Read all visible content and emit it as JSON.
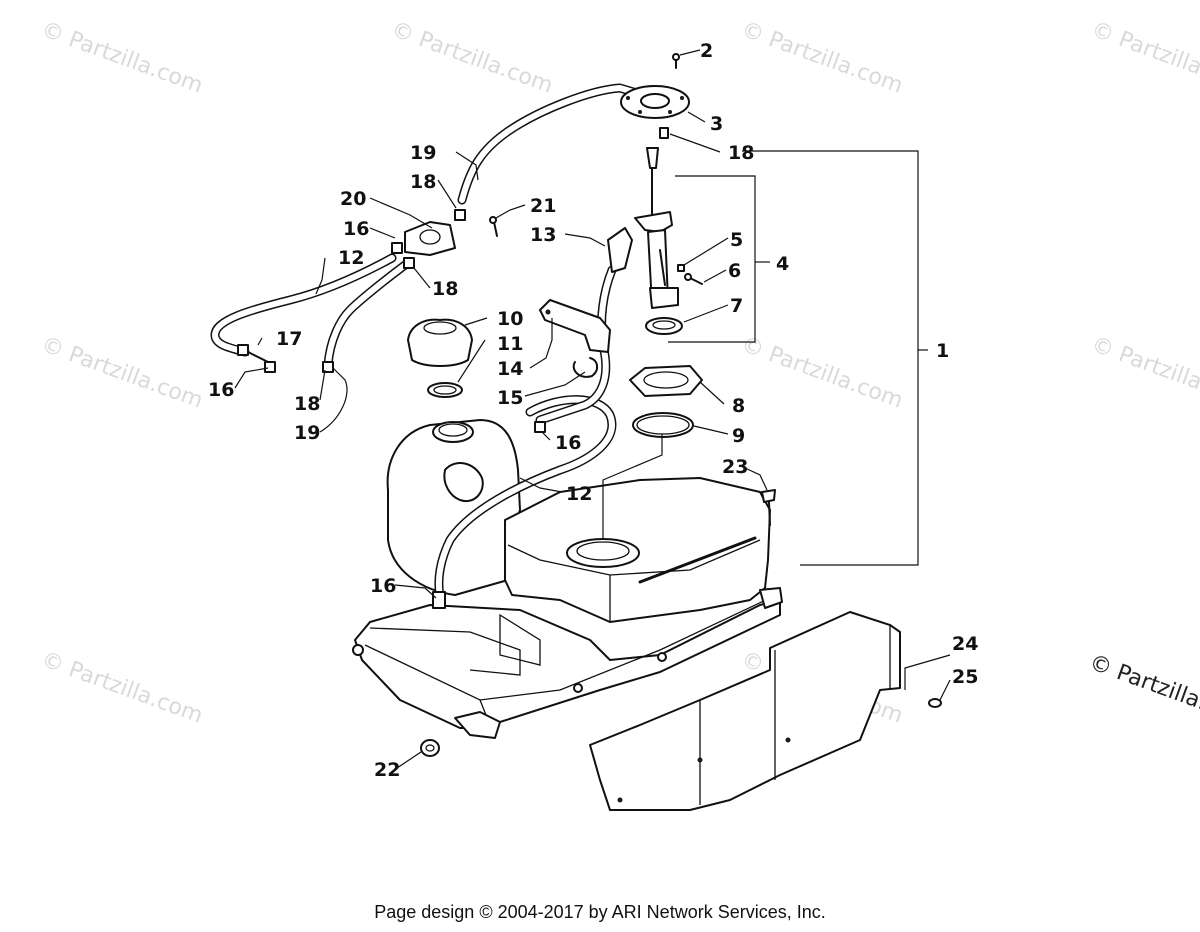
{
  "watermark": {
    "text": "© Partzilla.com",
    "corner_text": "© Partzilla.com"
  },
  "callouts": [
    "1",
    "2",
    "3",
    "4",
    "5",
    "6",
    "7",
    "8",
    "9",
    "10",
    "11",
    "12",
    "12",
    "13",
    "14",
    "15",
    "16",
    "16",
    "16",
    "16",
    "17",
    "18",
    "18",
    "18",
    "18",
    "19",
    "19",
    "20",
    "21",
    "22",
    "23",
    "24",
    "25"
  ],
  "labels": {
    "l1": "1",
    "l2": "2",
    "l3": "3",
    "l4": "4",
    "l5": "5",
    "l6": "6",
    "l7": "7",
    "l8": "8",
    "l9": "9",
    "l10": "10",
    "l11": "11",
    "l12a": "12",
    "l12b": "12",
    "l13": "13",
    "l14": "14",
    "l15": "15",
    "l16a": "16",
    "l16b": "16",
    "l16c": "16",
    "l16d": "16",
    "l17": "17",
    "l18a": "18",
    "l18b": "18",
    "l18c": "18",
    "l18d": "18",
    "l19a": "19",
    "l19b": "19",
    "l20": "20",
    "l21": "21",
    "l22": "22",
    "l23": "23",
    "l24": "24",
    "l25": "25"
  },
  "footer": "Page design © 2004-2017 by ARI Network Services, Inc."
}
